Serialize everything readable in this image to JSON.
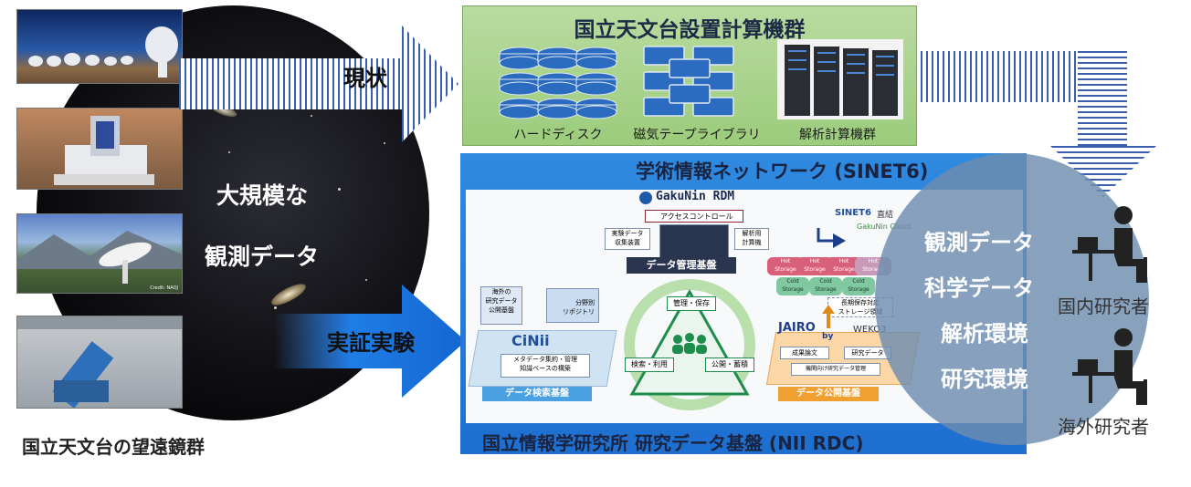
{
  "left": {
    "telescopes_caption": "国立天文台の望遠鏡群",
    "photo_credit": "Credit: NAOJ",
    "center_text_1": "大規模な",
    "center_text_2": "観測データ"
  },
  "arrows": {
    "current": "現状",
    "experiment": "実証実験"
  },
  "naoj_box": {
    "title": "国立天文台設置計算機群",
    "items": [
      "ハードディスク",
      "磁気テープライブラリ",
      "解析計算機群"
    ]
  },
  "nii_panel": {
    "top_title": "学術情報ネットワーク (SINET6)",
    "bottom_title": "国立情報学研究所 研究データ基盤 (NII RDC)",
    "gakunin_rdm": "GakuNin RDM",
    "access_control": "アクセスコントロール",
    "exp_data": "実験データ\n収集装置",
    "analysis_machine": "解析用\n計算機",
    "data_mgmt": "データ管理基盤",
    "sinet_direct": "直結",
    "gakunin_cloud": "GakuNin Cloud",
    "hot_storage": "Hot\nStorage",
    "cold_storage": "Cold\nStorage",
    "long_term": "長期保存対応\nストレージ領域",
    "overseas_repo": "海外の\n研究データ\n公開基盤",
    "field_repo": "分野別\nリポジトリ",
    "cinii": "CiNii",
    "meta_mgmt": "メタデータ集約・管理\n知識ベースの構築",
    "search_platform": "データ検索基盤",
    "mgmt_save": "管理・保存",
    "search_use": "検索・利用",
    "publish_share": "公開・蓄積",
    "jairo": "JAIRO",
    "by": "by",
    "weko": "WEKO3",
    "papers": "成果論文",
    "research_data": "研究データ",
    "institution_data": "機関向け研究データ管理",
    "publish_platform": "データ公開基盤"
  },
  "circle": {
    "items": [
      "観測データ",
      "科学データ",
      "解析環境",
      "研究環境"
    ]
  },
  "researchers": {
    "domestic": "国内研究者",
    "overseas": "海外研究者"
  }
}
